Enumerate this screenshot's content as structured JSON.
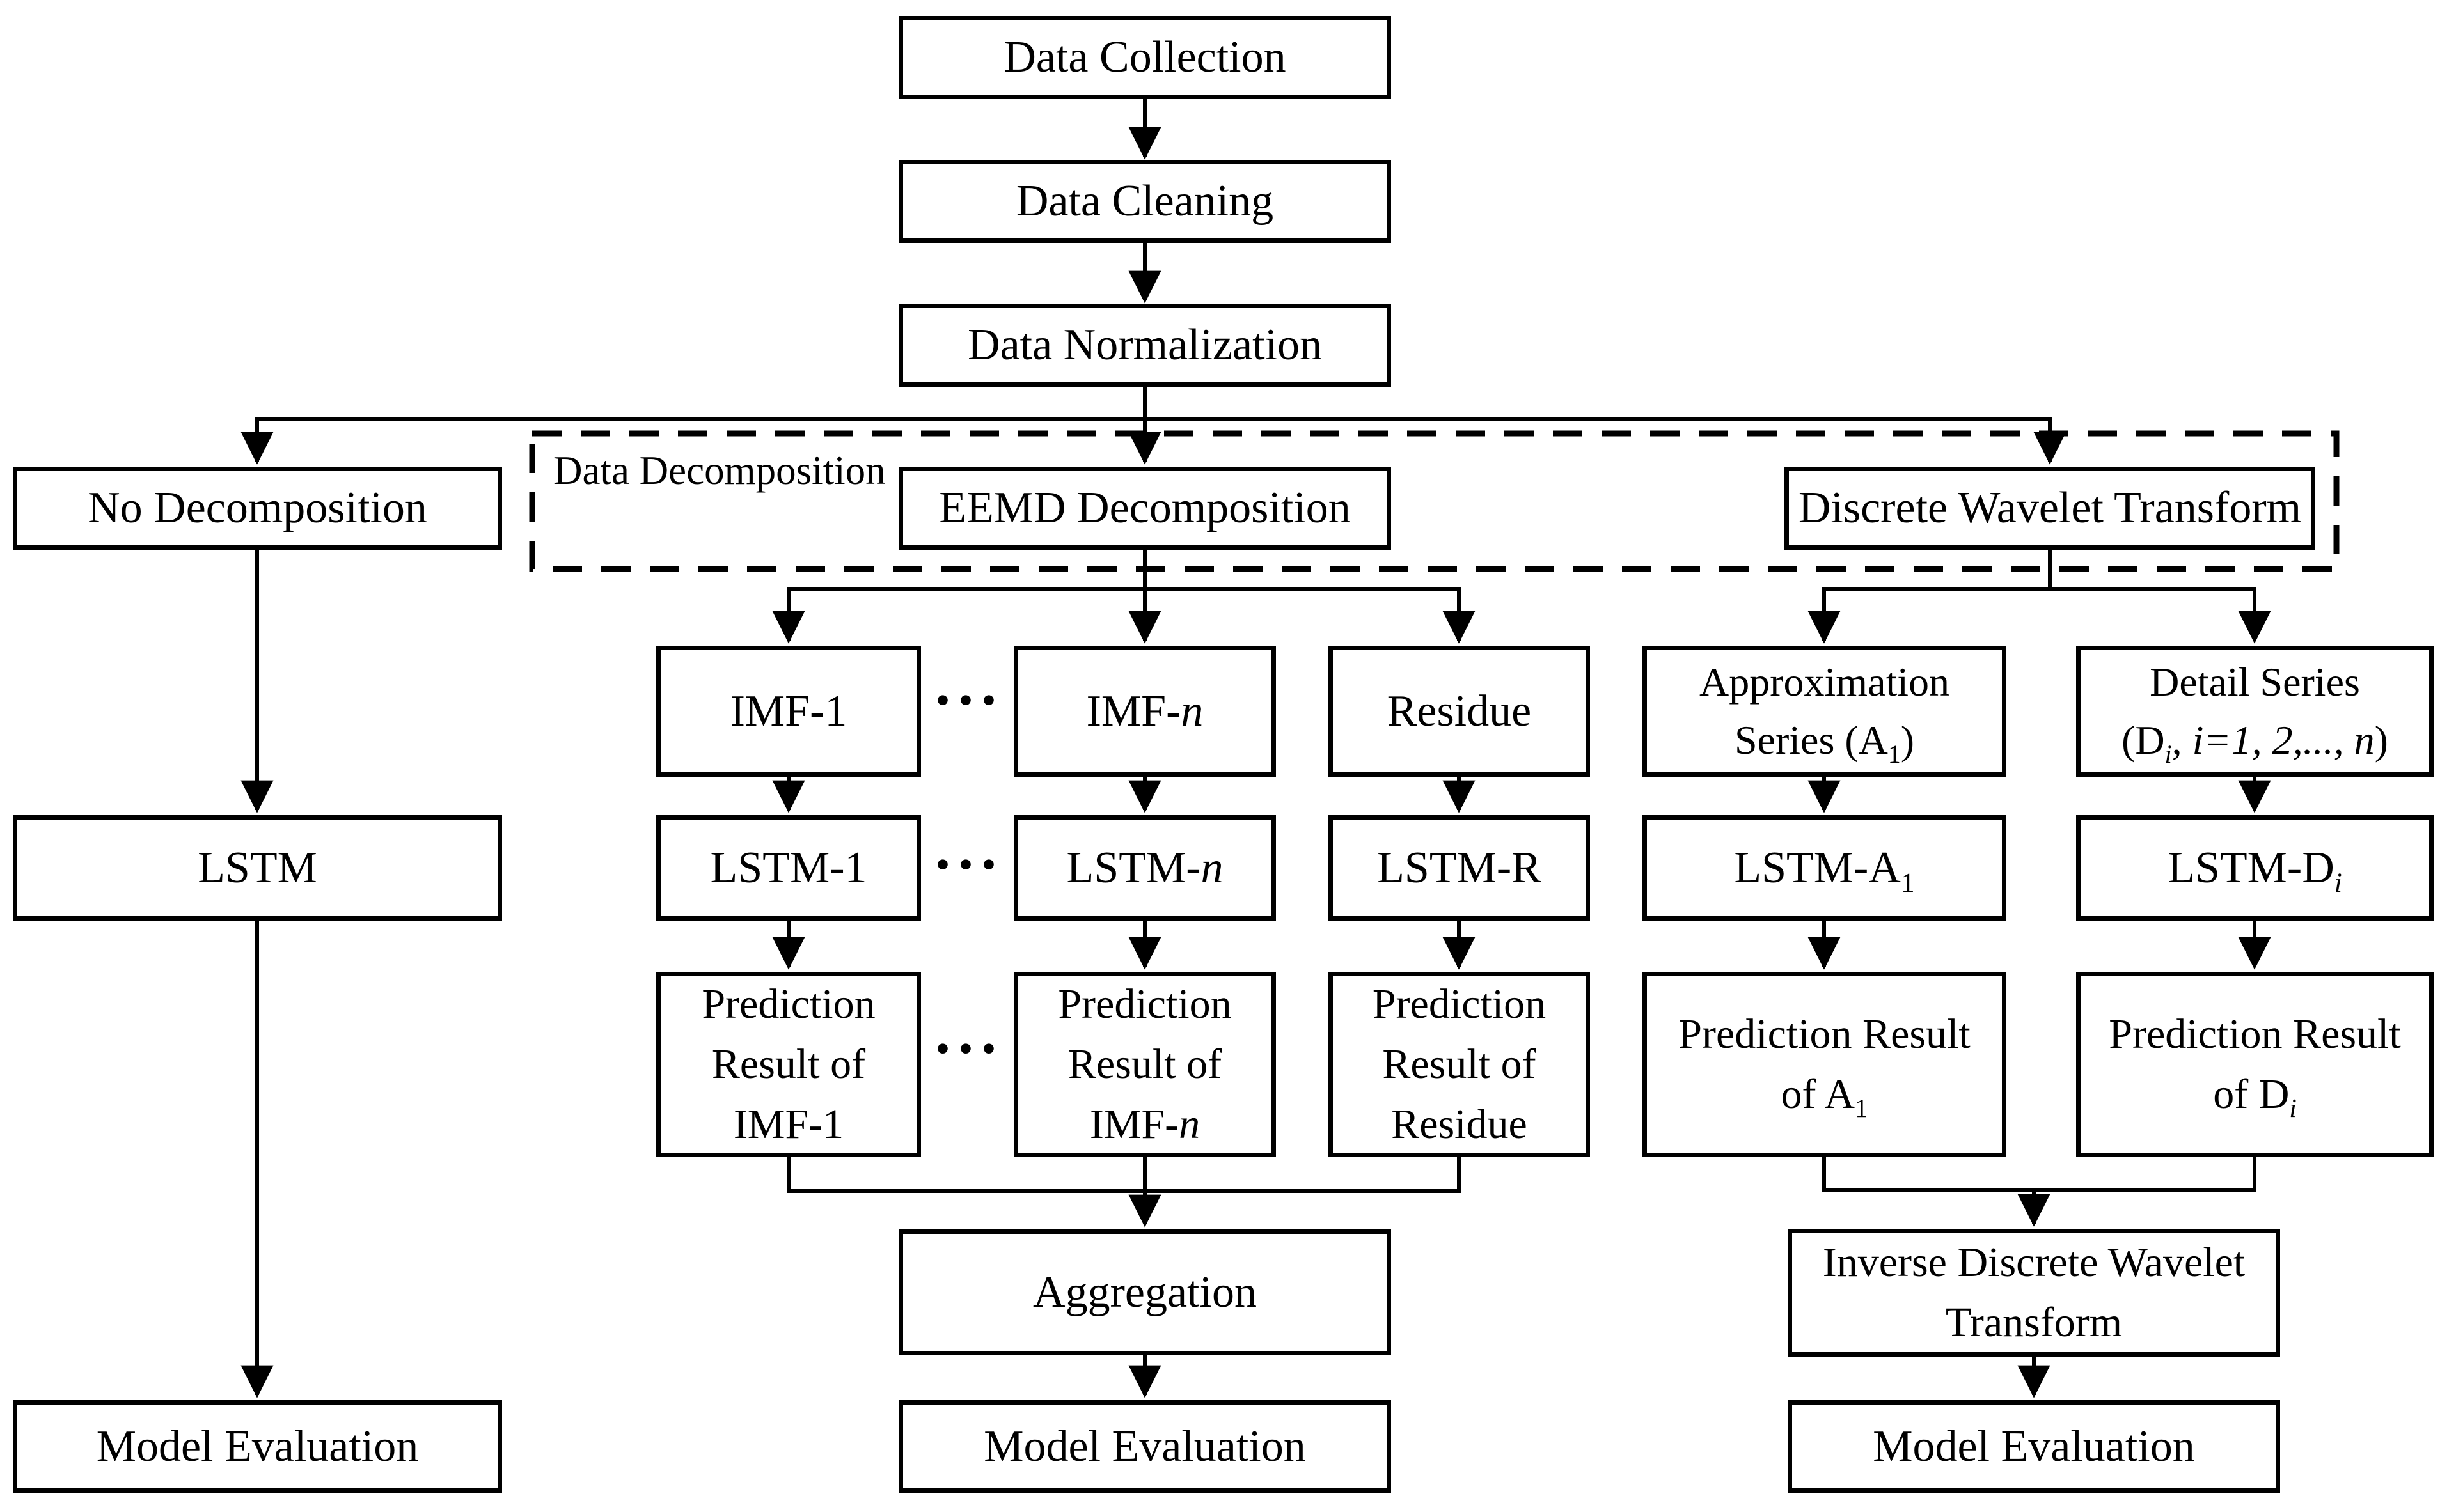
{
  "diagram": {
    "group_label": "Data Decomposition",
    "ellipsis": "···",
    "colors": {
      "line": "#000000",
      "background": "#ffffff",
      "box_fill": "#ffffff"
    },
    "nodes": {
      "data_collection": {
        "label": [
          {
            "t": "Data Collection"
          }
        ]
      },
      "data_cleaning": {
        "label": [
          {
            "t": "Data Cleaning"
          }
        ]
      },
      "data_normalization": {
        "label": [
          {
            "t": "Data Normalization"
          }
        ]
      },
      "no_decomposition": {
        "label": [
          {
            "t": "No Decomposition"
          }
        ]
      },
      "eemd": {
        "label": [
          {
            "t": "EEMD Decomposition"
          }
        ]
      },
      "dwt": {
        "label": [
          {
            "t": "Discrete Wavelet Transform"
          }
        ]
      },
      "imf_1": {
        "label": [
          {
            "t": "IMF-1"
          }
        ]
      },
      "imf_n": {
        "label": [
          {
            "t": "IMF-"
          },
          {
            "i": "n"
          }
        ]
      },
      "residue": {
        "label": [
          {
            "t": "Residue"
          }
        ]
      },
      "approx_series": {
        "label": [
          {
            "t": "Approximation"
          },
          {
            "br": true
          },
          {
            "t": "Series (A"
          },
          {
            "s": "1"
          },
          {
            "t": ")"
          }
        ]
      },
      "detail_series": {
        "label": [
          {
            "t": "Detail Series"
          },
          {
            "br": true
          },
          {
            "t": "(D"
          },
          {
            "si": "i"
          },
          {
            "t": ", "
          },
          {
            "i": "i=1, 2,..., n"
          },
          {
            "t": ")"
          }
        ]
      },
      "lstm": {
        "label": [
          {
            "t": "LSTM"
          }
        ]
      },
      "lstm_1": {
        "label": [
          {
            "t": "LSTM-1"
          }
        ]
      },
      "lstm_n": {
        "label": [
          {
            "t": "LSTM-"
          },
          {
            "i": "n"
          }
        ]
      },
      "lstm_r": {
        "label": [
          {
            "t": "LSTM-R"
          }
        ]
      },
      "lstm_a1": {
        "label": [
          {
            "t": "LSTM-A"
          },
          {
            "s": "1"
          }
        ]
      },
      "lstm_di": {
        "label": [
          {
            "t": "LSTM-D"
          },
          {
            "si": "i"
          }
        ]
      },
      "pred_imf_1": {
        "label": [
          {
            "t": "Prediction"
          },
          {
            "br": true
          },
          {
            "t": "Result of"
          },
          {
            "br": true
          },
          {
            "t": "IMF-1"
          }
        ]
      },
      "pred_imf_n": {
        "label": [
          {
            "t": "Prediction"
          },
          {
            "br": true
          },
          {
            "t": "Result of"
          },
          {
            "br": true
          },
          {
            "t": "IMF-"
          },
          {
            "i": "n"
          }
        ]
      },
      "pred_residue": {
        "label": [
          {
            "t": "Prediction"
          },
          {
            "br": true
          },
          {
            "t": "Result of"
          },
          {
            "br": true
          },
          {
            "t": "Residue"
          }
        ]
      },
      "pred_a1": {
        "label": [
          {
            "t": "Prediction Result"
          },
          {
            "br": true
          },
          {
            "t": "of A"
          },
          {
            "s": "1"
          }
        ]
      },
      "pred_di": {
        "label": [
          {
            "t": "Prediction Result"
          },
          {
            "br": true
          },
          {
            "t": "of D"
          },
          {
            "si": "i"
          }
        ]
      },
      "aggregation": {
        "label": [
          {
            "t": "Aggregation"
          }
        ]
      },
      "idwt": {
        "label": [
          {
            "t": "Inverse Discrete Wavelet"
          },
          {
            "br": true
          },
          {
            "t": "Transform"
          }
        ]
      },
      "model_eval_left": {
        "label": [
          {
            "t": "Model Evaluation"
          }
        ]
      },
      "model_eval_mid": {
        "label": [
          {
            "t": "Model Evaluation"
          }
        ]
      },
      "model_eval_right": {
        "label": [
          {
            "t": "Model Evaluation"
          }
        ]
      }
    }
  }
}
